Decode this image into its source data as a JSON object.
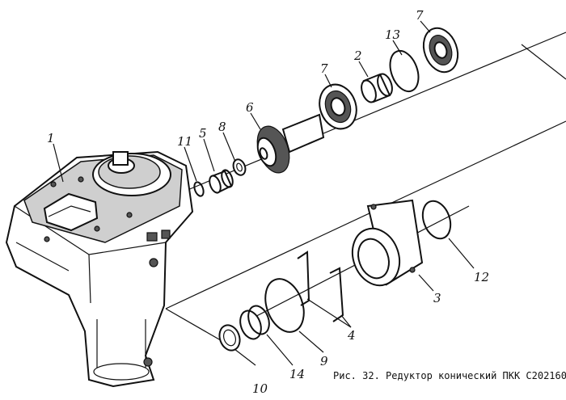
{
  "figure": {
    "caption": "Рис. 32. Редуктор конический ПКК С202160"
  },
  "callouts": [
    {
      "id": "1",
      "label": "1"
    },
    {
      "id": "11",
      "label": "11"
    },
    {
      "id": "5",
      "label": "5"
    },
    {
      "id": "8",
      "label": "8"
    },
    {
      "id": "6",
      "label": "6"
    },
    {
      "id": "7a",
      "label": "7"
    },
    {
      "id": "2",
      "label": "2"
    },
    {
      "id": "13",
      "label": "13"
    },
    {
      "id": "7b",
      "label": "7"
    },
    {
      "id": "12",
      "label": "12"
    },
    {
      "id": "3",
      "label": "3"
    },
    {
      "id": "4",
      "label": "4"
    },
    {
      "id": "9",
      "label": "9"
    },
    {
      "id": "14",
      "label": "14"
    },
    {
      "id": "10",
      "label": "10"
    }
  ]
}
